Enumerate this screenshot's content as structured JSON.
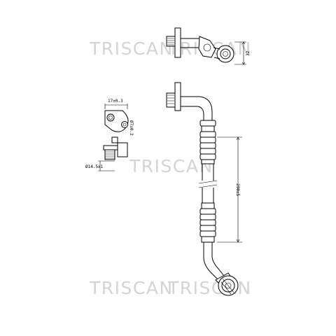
{
  "watermarks": [
    "TRISCAN",
    "TRISCAN",
    "TRISCAN",
    "TRISCAN",
    "TRISCAN"
  ],
  "dimensions": {
    "top_view_width": "32",
    "detail_slot_width": "17±0.3",
    "detail_hole_diameter": "Ø7±0.3",
    "detail_nipple_diameter": "Ø14.5±1",
    "hose_length": "290±5"
  }
}
